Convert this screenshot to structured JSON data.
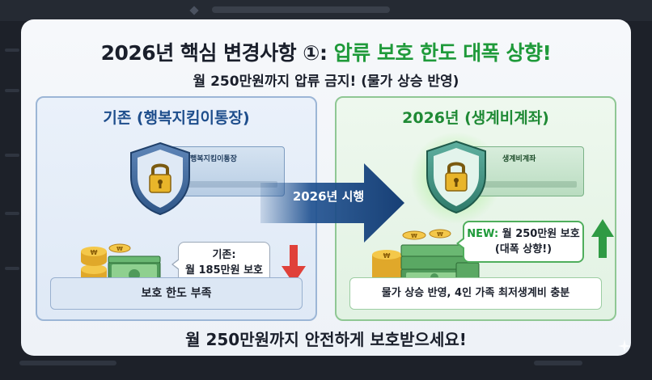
{
  "title": {
    "prefix": "2026년 핵심 변경사항 ①: ",
    "highlight": "압류 보호 한도 대폭 상향!"
  },
  "subtitle": "월 250만원까지 압류 금지! (물가 상승 반영)",
  "left_panel": {
    "title": "기존 (행복지킴이통장)",
    "book_label": "행복지킴이통장",
    "bubble_line1": "기존:",
    "bubble_line2": "월 185만원 보호",
    "note": "보호 한도 부족"
  },
  "transition_label": "2026년 시행",
  "right_panel": {
    "title": "2026년 (생계비계좌)",
    "book_label": "생계비계좌",
    "bubble_new": "NEW:",
    "bubble_line1_rest": " 월 250만원 보호",
    "bubble_line2": "(대폭 상향!)",
    "note": "물가 상승 반영, 4인 가족 최저생계비 충분"
  },
  "footer": "월 250만원까지 안전하게 보호받으세요!",
  "colors": {
    "title_green": "#1f9a3a",
    "left_accent": "#1e4e8c",
    "right_accent": "#1f8a35",
    "down_arrow": "#e0413a",
    "up_arrow": "#2f9a44",
    "transition_arrow": "#1d4f8f"
  },
  "icons": {
    "shield_left": "shield-lock-icon",
    "shield_right": "shield-lock-icon",
    "money": "money-stack-icon",
    "down_arrow": "arrow-down-icon",
    "up_arrow": "arrow-up-icon",
    "sparkle": "sparkle-icon"
  }
}
